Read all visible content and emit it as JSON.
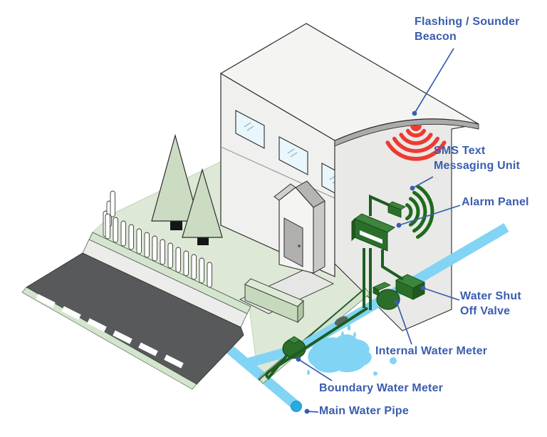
{
  "diagram": {
    "labels": {
      "flashing_beacon": "Flashing / Sounder Beacon",
      "sms_unit": "SMS Text Messaging Unit",
      "alarm_panel": "Alarm Panel",
      "shut_off_valve": "Water Shut Off Valve",
      "internal_meter": "Internal Water Meter",
      "boundary_meter": "Boundary Water Meter",
      "main_pipe": "Main Water Pipe"
    },
    "colors": {
      "label_text": "#3a5dae",
      "leader_line": "#3a5dae",
      "pipe_blue": "#82d4f5",
      "pipe_end_blue": "#29abe2",
      "device_green": "#2a6e2a",
      "device_green_light": "#3d853d",
      "wire_green": "#1d5e20",
      "beacon_red": "#ee3a31",
      "lawn_green": "#dde9d6",
      "road_gray": "#58595b",
      "building_gray": "#f0f0ee"
    },
    "icons": {
      "beacon": "sounder-beacon-icon",
      "radio": "radio-signal-icon"
    }
  }
}
